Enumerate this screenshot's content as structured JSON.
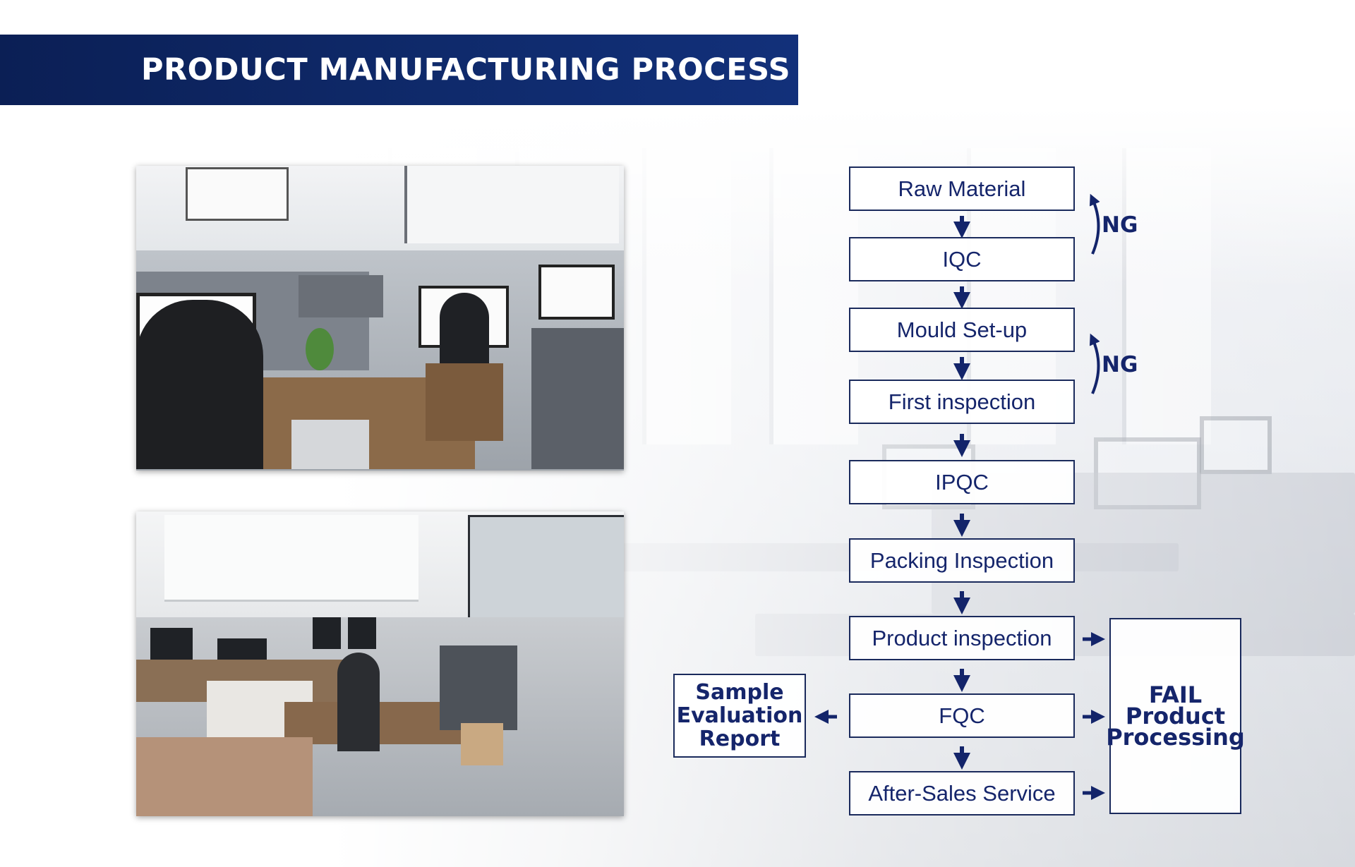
{
  "banner": {
    "title": "PRODUCT MANUFACTURING PROCESS"
  },
  "photos": {
    "top": "office-photo-1",
    "bottom": "office-photo-2"
  },
  "flow": {
    "steps": [
      "Raw Material",
      "IQC",
      "Mould Set-up",
      "First inspection",
      "IPQC",
      "Packing Inspection",
      "Product inspection",
      "FQC",
      "After-Sales Service"
    ],
    "ng_label_1": "NG",
    "ng_label_2": "NG",
    "sample_report": [
      "Sample",
      "Evaluation",
      "Report"
    ],
    "fail_processing": [
      "FAIL",
      "Product",
      "Processing"
    ]
  },
  "colors": {
    "banner": "#0f2a6b",
    "flow_text": "#15256b",
    "arrow": "#13246a"
  }
}
